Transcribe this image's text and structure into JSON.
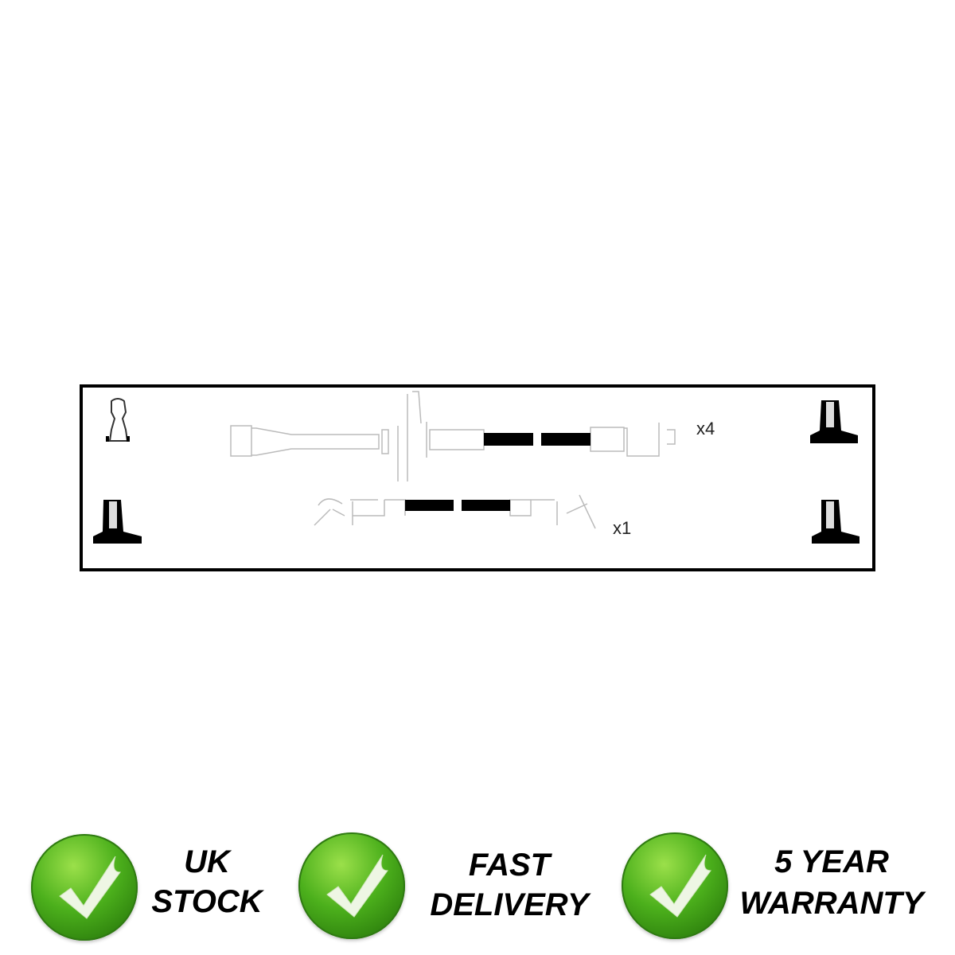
{
  "diagram": {
    "multiplier_main": "x4",
    "multiplier_coil": "x1"
  },
  "badges": [
    {
      "line1": "UK",
      "line2": "STOCK",
      "icon": "check-icon"
    },
    {
      "line1": "FAST",
      "line2": "DELIVERY",
      "icon": "check-icon"
    },
    {
      "line1": "5 YEAR",
      "line2": "WARRANTY",
      "icon": "check-icon"
    }
  ],
  "colors": {
    "badge_green": "#4cb01c",
    "frame": "#000000"
  }
}
